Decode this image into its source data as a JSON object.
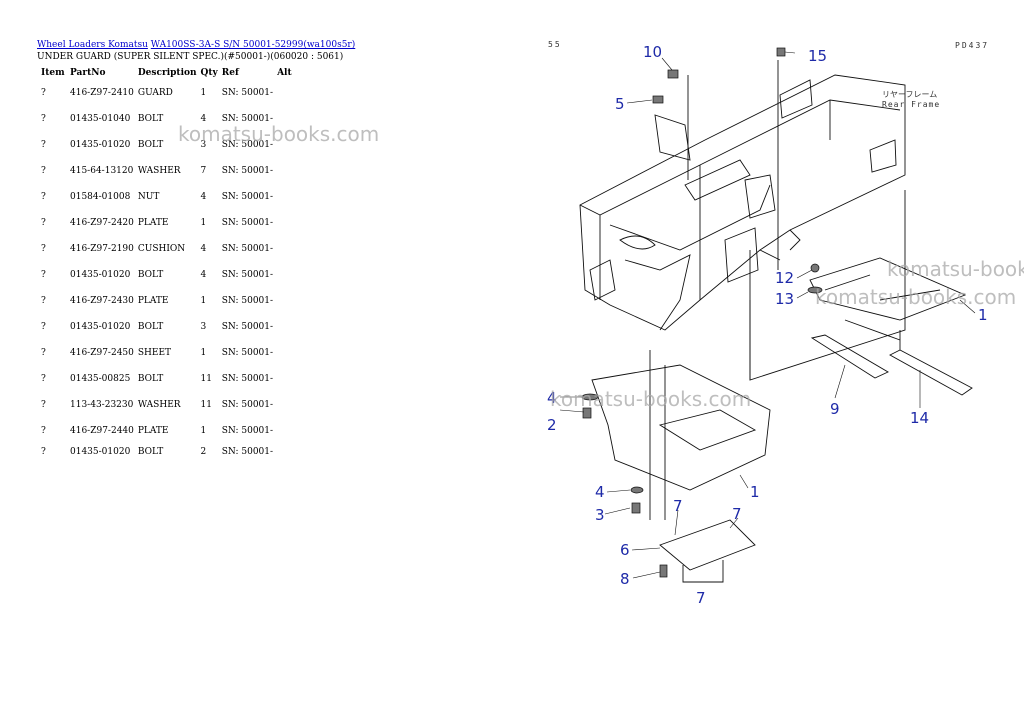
{
  "breadcrumb": {
    "link1": "Wheel Loaders Komatsu",
    "link2": "WA100SS-3A-S S/N 50001-52999(wa100s5r)"
  },
  "subtitle": "UNDER GUARD (SUPER SILENT SPEC.)(#50001-)(060020 : 5061)",
  "table": {
    "headers": [
      "Item",
      "PartNo",
      "Description",
      "Qty",
      "Ref",
      "Alt"
    ],
    "rows": [
      [
        "?",
        "416-Z97-2410",
        "GUARD",
        "1",
        "SN: 50001-",
        ""
      ],
      [
        "?",
        "01435-01040",
        "BOLT",
        "4",
        "SN: 50001-",
        ""
      ],
      [
        "?",
        "01435-01020",
        "BOLT",
        "3",
        "SN: 50001-",
        ""
      ],
      [
        "?",
        "415-64-13120",
        "WASHER",
        "7",
        "SN: 50001-",
        ""
      ],
      [
        "?",
        "01584-01008",
        "NUT",
        "4",
        "SN: 50001-",
        ""
      ],
      [
        "?",
        "416-Z97-2420",
        "PLATE",
        "1",
        "SN: 50001-",
        ""
      ],
      [
        "?",
        "416-Z97-2190",
        "CUSHION",
        "4",
        "SN: 50001-",
        ""
      ],
      [
        "?",
        "01435-01020",
        "BOLT",
        "4",
        "SN: 50001-",
        ""
      ],
      [
        "?",
        "416-Z97-2430",
        "PLATE",
        "1",
        "SN: 50001-",
        ""
      ],
      [
        "?",
        "01435-01020",
        "BOLT",
        "3",
        "SN: 50001-",
        ""
      ],
      [
        "?",
        "416-Z97-2450",
        "SHEET",
        "1",
        "SN: 50001-",
        ""
      ],
      [
        "?",
        "01435-00825",
        "BOLT",
        "11",
        "SN: 50001-",
        ""
      ],
      [
        "?",
        "113-43-23230",
        "WASHER",
        "11",
        "SN: 50001-",
        ""
      ],
      [
        "?",
        "416-Z97-2440",
        "PLATE",
        "1",
        "SN: 50001-",
        ""
      ],
      [
        "?",
        "01435-01020",
        "BOLT",
        "2",
        "SN: 50001-",
        ""
      ]
    ]
  },
  "watermark": "komatsu-books.com",
  "diagram": {
    "page_ref": "55",
    "code": "PD437",
    "frame_label_jp": "リヤーフレーム",
    "frame_label": "Rear Frame",
    "callouts": [
      "10",
      "15",
      "5",
      "12",
      "13",
      "1",
      "9",
      "14",
      "4",
      "2",
      "1",
      "4",
      "3",
      "7",
      "7",
      "6",
      "8",
      "7"
    ]
  },
  "colors": {
    "link": "#0000cc",
    "callout": "#1e2aa8",
    "watermark": "#a9a9a9"
  }
}
